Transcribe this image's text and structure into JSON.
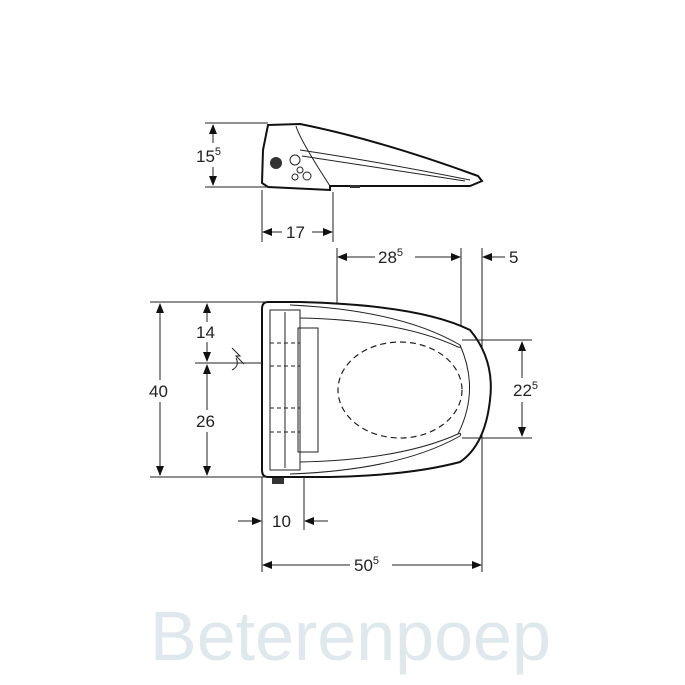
{
  "watermark": "Beterenpoep",
  "dimensions": {
    "side_height": {
      "main": "15",
      "sup": "5"
    },
    "side_depth": {
      "main": "17"
    },
    "seat_opening_length": {
      "main": "28",
      "sup": "5"
    },
    "rear_offset": {
      "main": "5"
    },
    "total_width": {
      "main": "40"
    },
    "upper_width": {
      "main": "14"
    },
    "lower_width": {
      "main": "26"
    },
    "opening_width": {
      "main": "22",
      "sup": "5"
    },
    "back_depth": {
      "main": "10"
    },
    "total_length": {
      "main": "50",
      "sup": "5"
    }
  },
  "colors": {
    "line": "#222222",
    "watermark": "#dfe8ec"
  }
}
